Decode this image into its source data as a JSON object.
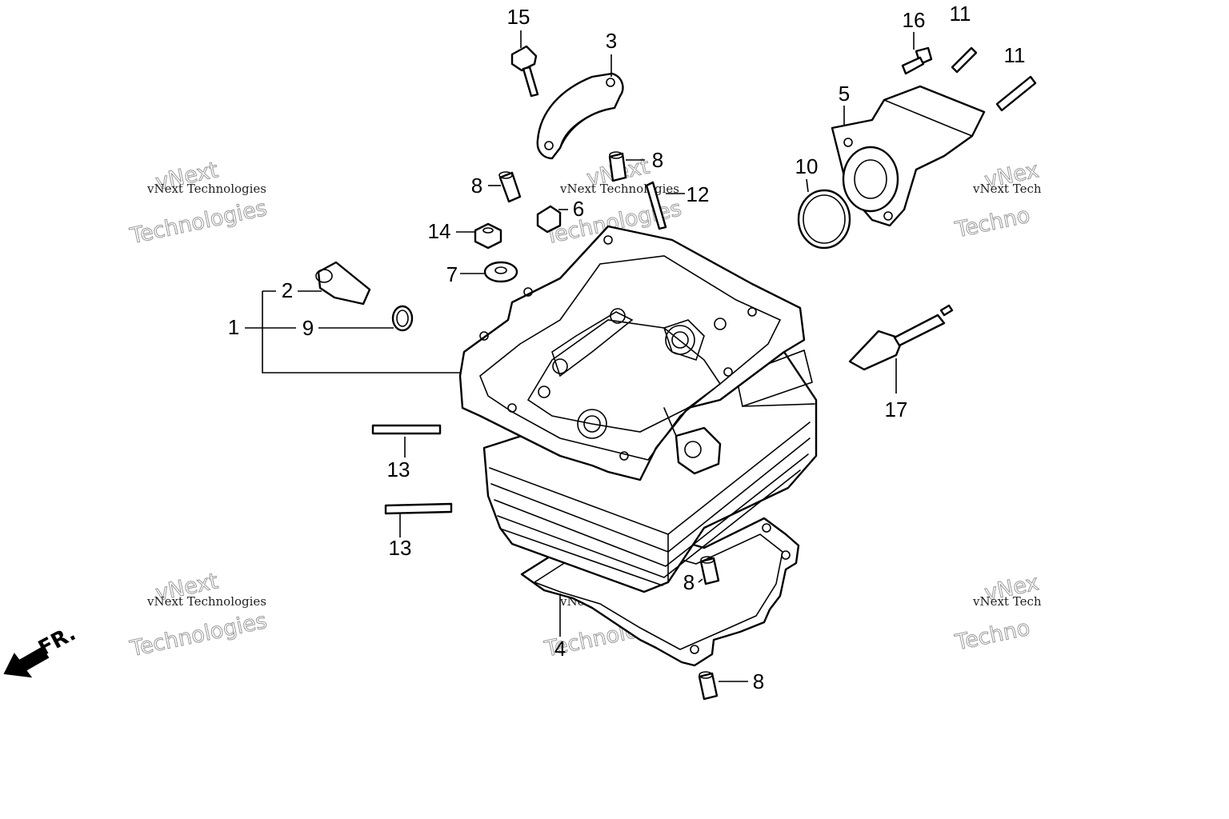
{
  "diagram": {
    "callouts": {
      "c1": "1",
      "c2": "2",
      "c3": "3",
      "c4": "4",
      "c5": "5",
      "c6": "6",
      "c7": "7",
      "c8a": "8",
      "c8b": "8",
      "c8c": "8",
      "c8d": "8",
      "c9": "9",
      "c10": "10",
      "c11a": "11",
      "c11b": "11",
      "c12": "12",
      "c13a": "13",
      "c13b": "13",
      "c14": "14",
      "c15": "15",
      "c16": "16",
      "c17": "17"
    },
    "direction_label": "FR.",
    "watermark": {
      "line1": "vNext Technologies",
      "logo_top": "vNext",
      "logo_bottom": "Technologies",
      "cut_line1": "vNext Tech",
      "cut_logo_top": "vNex",
      "cut_logo_bottom": "Techno"
    },
    "colors": {
      "line": "#000000",
      "background": "#ffffff",
      "watermark": "#9a9a9a"
    }
  }
}
